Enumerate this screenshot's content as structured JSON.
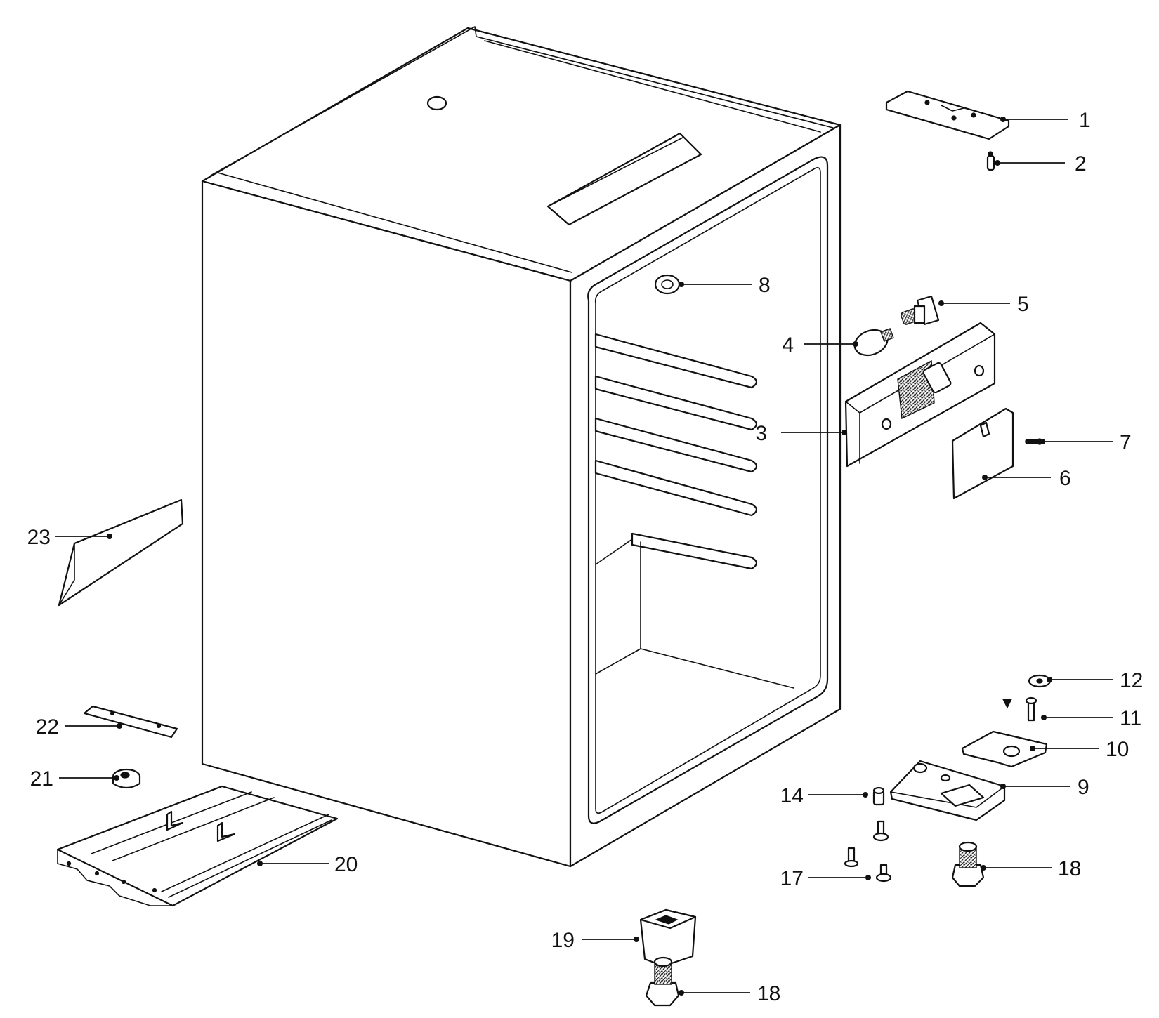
{
  "callouts": [
    {
      "id": "c1",
      "text": "1"
    },
    {
      "id": "c2",
      "text": "2"
    },
    {
      "id": "c3",
      "text": "3"
    },
    {
      "id": "c4",
      "text": "4"
    },
    {
      "id": "c5",
      "text": "5"
    },
    {
      "id": "c6",
      "text": "6"
    },
    {
      "id": "c7",
      "text": "7"
    },
    {
      "id": "c8",
      "text": "8"
    },
    {
      "id": "c9",
      "text": "9"
    },
    {
      "id": "c10",
      "text": "10"
    },
    {
      "id": "c11",
      "text": "11"
    },
    {
      "id": "c12",
      "text": "12"
    },
    {
      "id": "c14",
      "text": "14"
    },
    {
      "id": "c17",
      "text": "17"
    },
    {
      "id": "c18a",
      "text": "18"
    },
    {
      "id": "c18b",
      "text": "18"
    },
    {
      "id": "c19",
      "text": "19"
    },
    {
      "id": "c20",
      "text": "20"
    },
    {
      "id": "c21",
      "text": "21"
    },
    {
      "id": "c22",
      "text": "22"
    },
    {
      "id": "c23",
      "text": "23"
    }
  ]
}
